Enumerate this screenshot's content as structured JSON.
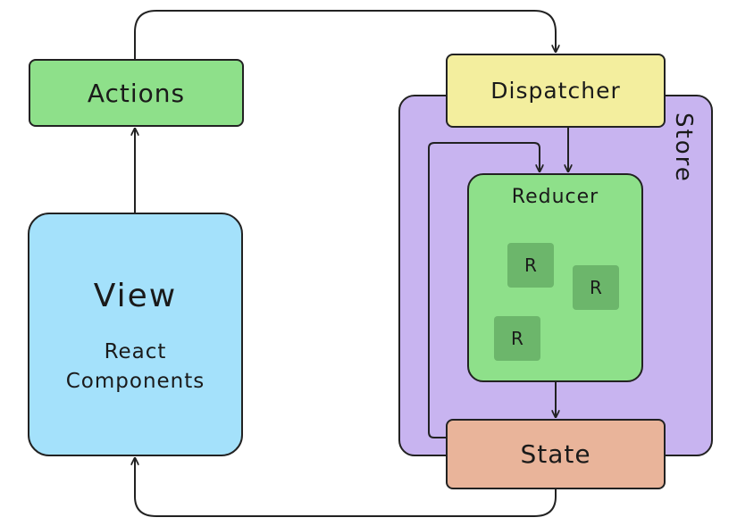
{
  "nodes": {
    "actions": "Actions",
    "view_title": "View",
    "view_line1": "React",
    "view_line2": "Components",
    "store": "Store",
    "dispatcher": "Dispatcher",
    "reducer": "Reducer",
    "reducer_items": [
      "R",
      "R",
      "R"
    ],
    "state": "State"
  },
  "edges": [
    {
      "from": "View",
      "to": "Actions"
    },
    {
      "from": "Actions",
      "to": "Dispatcher"
    },
    {
      "from": "Dispatcher",
      "to": "Reducer"
    },
    {
      "from": "State",
      "to": "Reducer"
    },
    {
      "from": "Reducer",
      "to": "State"
    },
    {
      "from": "State",
      "to": "View"
    }
  ],
  "colors": {
    "actions": "#8ee08a",
    "view": "#a4e1fb",
    "store": "#c8b4f0",
    "dispatcher": "#f3ee9e",
    "reducer": "#8ee08a",
    "reducer_item": "#6cb66b",
    "state": "#e9b49a"
  }
}
